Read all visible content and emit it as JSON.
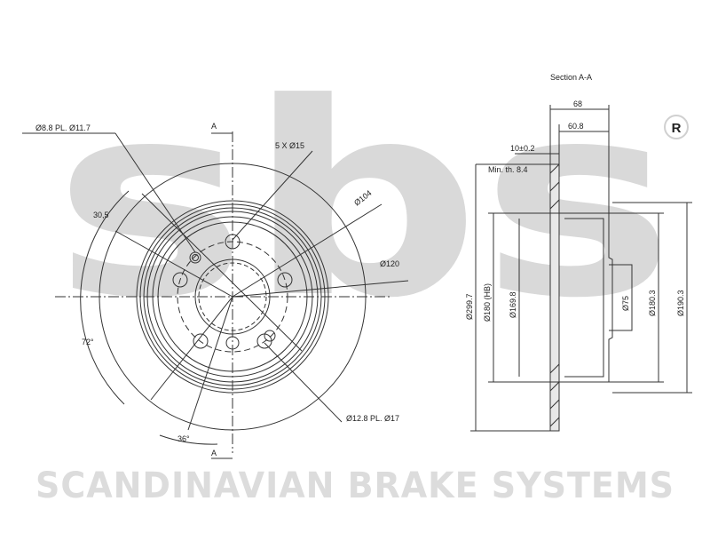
{
  "watermark": {
    "logo_text": "sbs",
    "registered_mark": "®",
    "brand_text": "SCANDINAVIAN BRAKE SYSTEMS",
    "color": "#d9d9d9"
  },
  "front_view": {
    "section_marker_top": "A",
    "section_marker_bottom": "A",
    "labels": {
      "hole_small": "Ø8.8 PL. Ø11.7",
      "bolt_holes": "5 X Ø15",
      "pcd": "Ø104",
      "center_bore": "Ø120",
      "offset": "30,5",
      "angle_72": "72°",
      "angle_36": "36°",
      "hole_large": "Ø12.8 PL. Ø17"
    }
  },
  "section_view": {
    "title": "Section A-A",
    "dims": {
      "overall_height": "68",
      "hat_height": "60.8",
      "thickness": "10±0.2",
      "min_thickness": "Min. th. 8.4",
      "disc_diameter": "Ø299.7",
      "hub_diameter_hb": "Ø180 (HB)",
      "inner_diameter": "Ø169.8",
      "bore": "Ø75",
      "hat_diameter": "Ø180.3",
      "outer_hat": "Ø190.3"
    }
  },
  "colors": {
    "line": "#333333",
    "dash": "#444444"
  }
}
